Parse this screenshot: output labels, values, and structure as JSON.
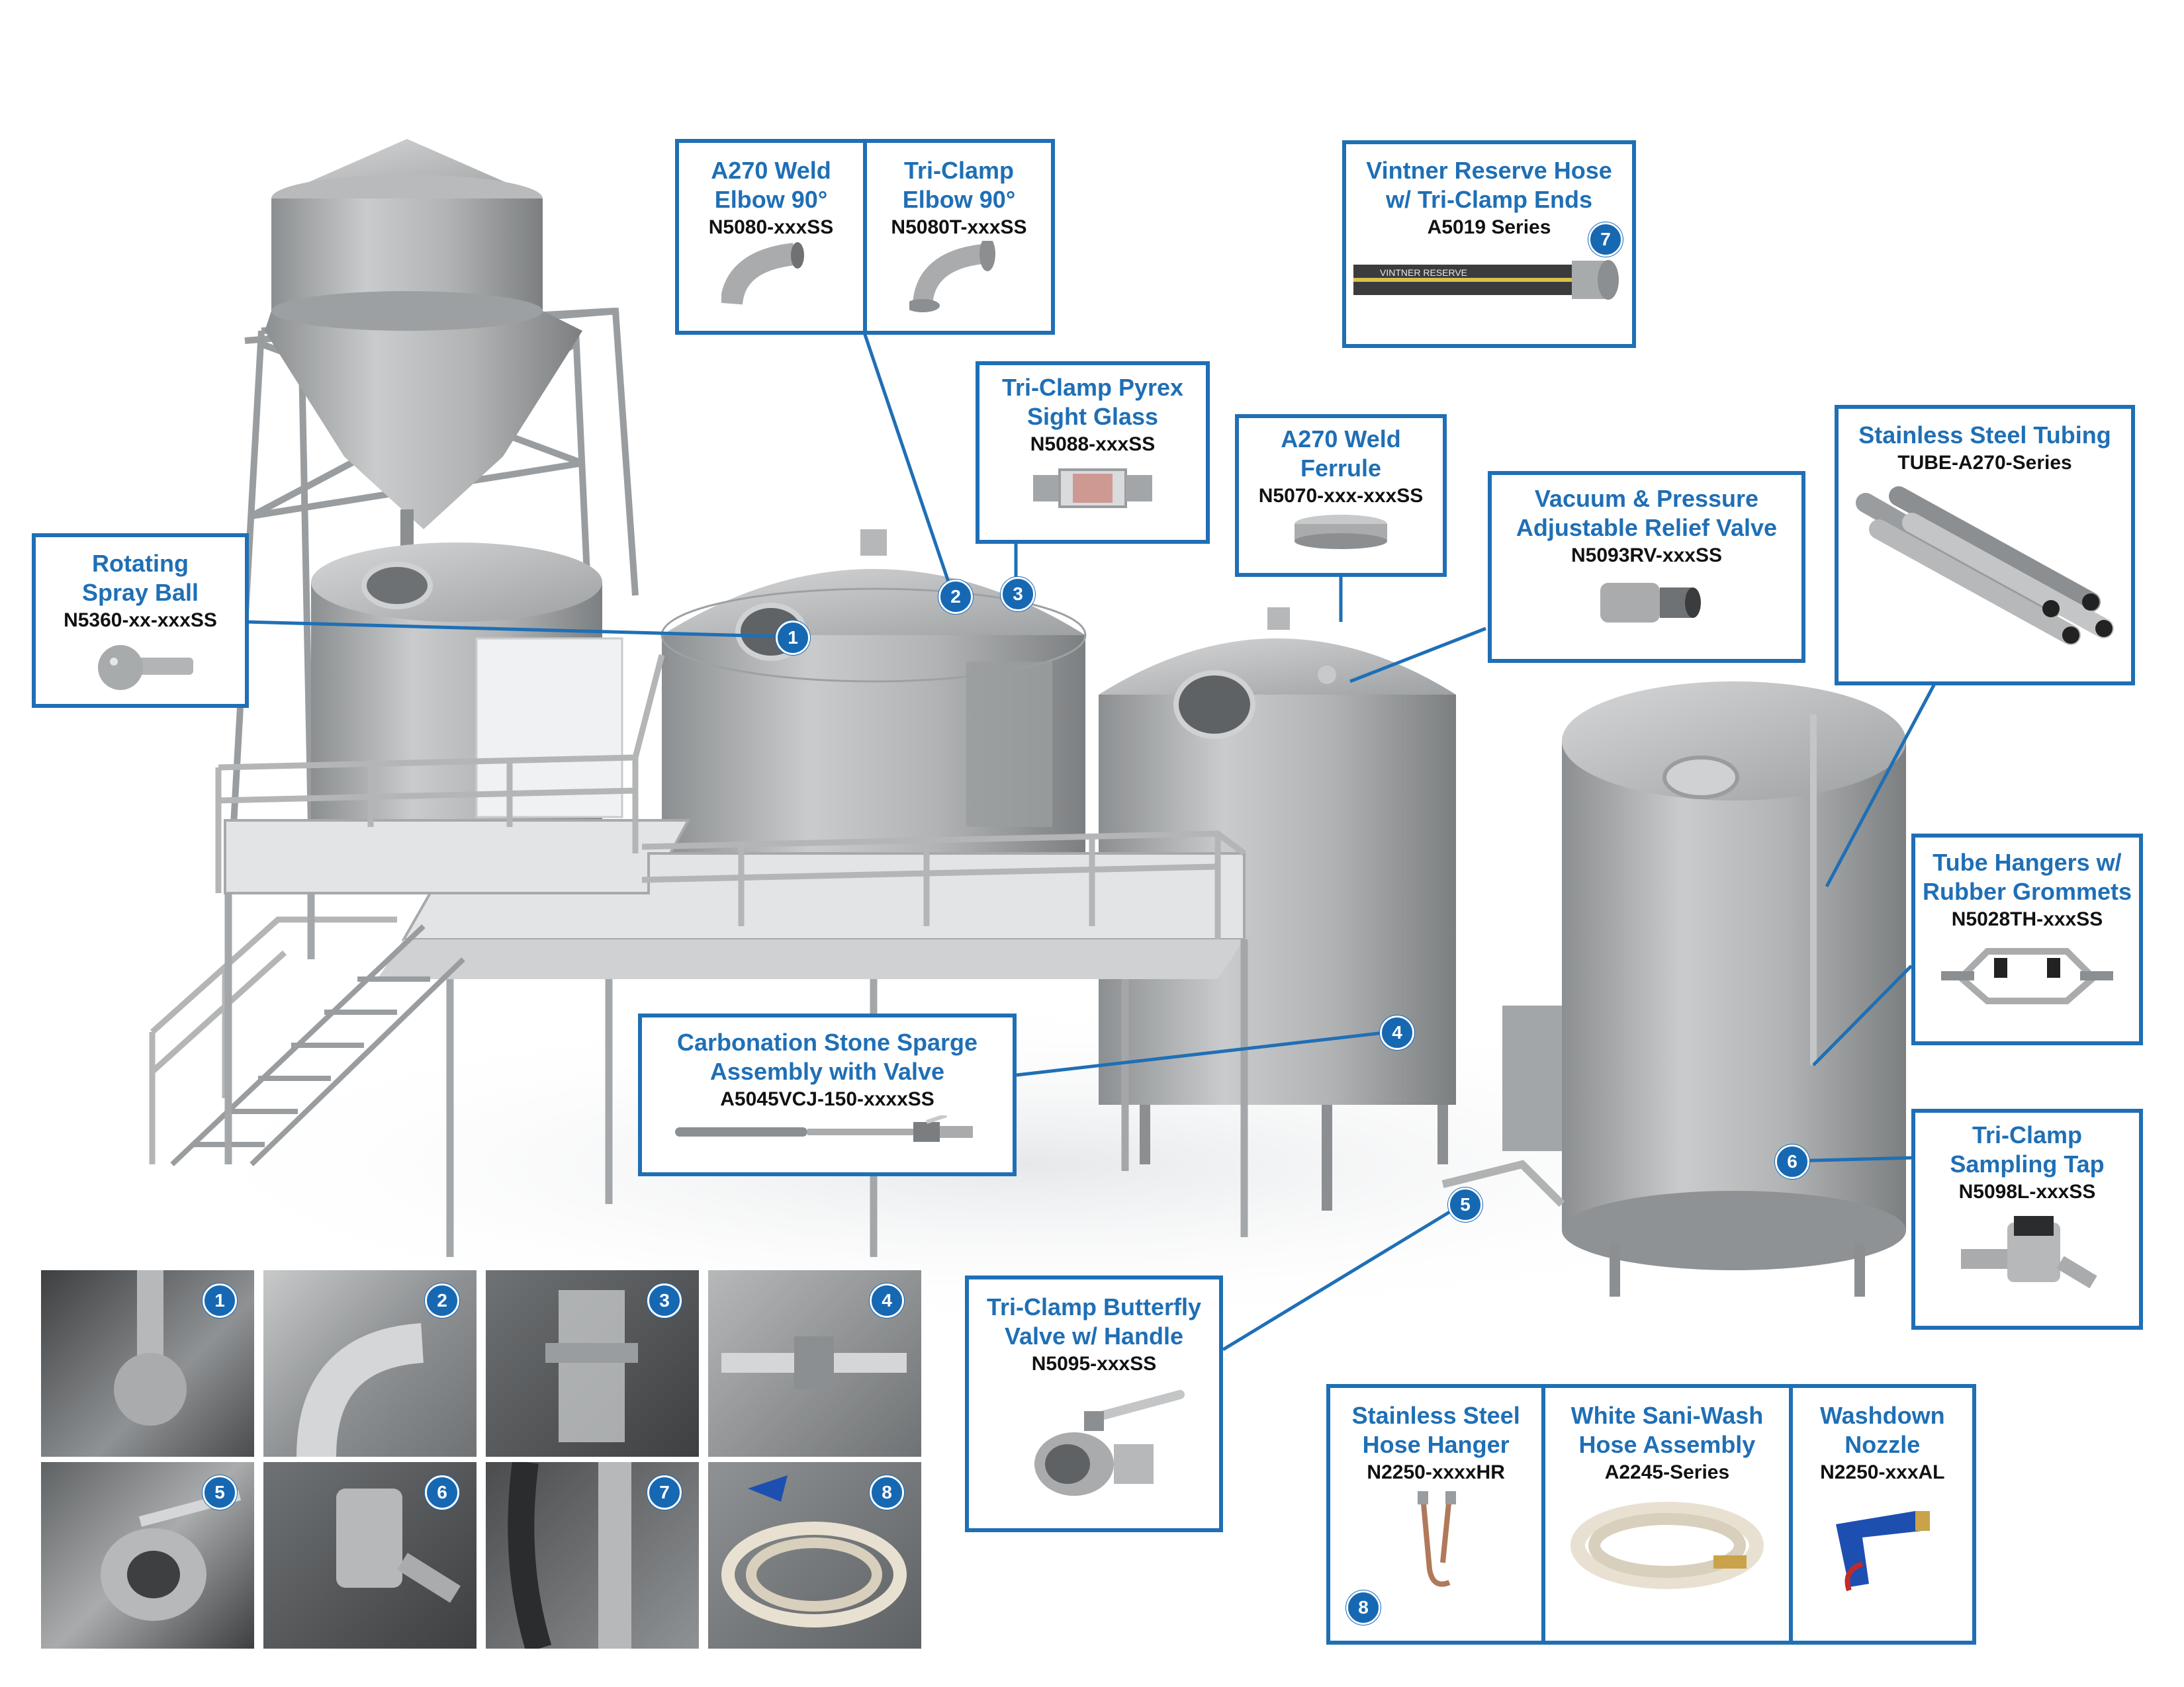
{
  "colors": {
    "accent": "#1f6fb5",
    "badge": "#1768b2",
    "steel": "#a9abac",
    "steel_dark": "#7b7e80",
    "text": "#111111"
  },
  "callouts": {
    "spray_ball": {
      "title": "Rotating Spray Ball",
      "part": "N5360-xx-xxxSS"
    },
    "elbow_weld": {
      "title": "A270 Weld Elbow 90°",
      "part": "N5080-xxxSS"
    },
    "elbow_clamp": {
      "title": "Tri-Clamp Elbow 90°",
      "part": "N5080T-xxxSS"
    },
    "sight_glass": {
      "title": "Tri-Clamp Pyrex Sight Glass",
      "part": "N5088-xxxSS"
    },
    "ferrule": {
      "title": "A270 Weld Ferrule",
      "part": "N5070-xxx-xxxSS"
    },
    "hose": {
      "title": "Vintner Reserve Hose w/ Tri-Clamp Ends",
      "part": "A5019 Series"
    },
    "relief_valve": {
      "title": "Vacuum & Pressure Adjustable Relief Valve",
      "part": "N5093RV-xxxSS"
    },
    "tubing": {
      "title": "Stainless Steel Tubing",
      "part": "TUBE-A270-Series"
    },
    "tube_hangers": {
      "title": "Tube Hangers w/ Rubber Grommets",
      "part": "N5028TH-xxxSS"
    },
    "carbonation": {
      "title": "Carbonation Stone Sparge Assembly with Valve",
      "part": "A5045VCJ-150-xxxxSS"
    },
    "sampling_tap": {
      "title": "Tri-Clamp Sampling Tap",
      "part": "N5098L-xxxSS"
    },
    "butterfly": {
      "title": "Tri-Clamp Butterfly Valve w/ Handle",
      "part": "N5095-xxxSS"
    },
    "hose_hanger": {
      "title": "Stainless Steel Hose Hanger",
      "part": "N2250-xxxxHR"
    },
    "sani_wash": {
      "title": "White Sani-Wash Hose Assembly",
      "part": "A2245-Series"
    },
    "washdown": {
      "title": "Washdown Nozzle",
      "part": "N2250-xxxAL"
    }
  },
  "badges": [
    "1",
    "2",
    "3",
    "4",
    "5",
    "6",
    "7",
    "8"
  ],
  "hose_print": "VINTNER RESERVE"
}
